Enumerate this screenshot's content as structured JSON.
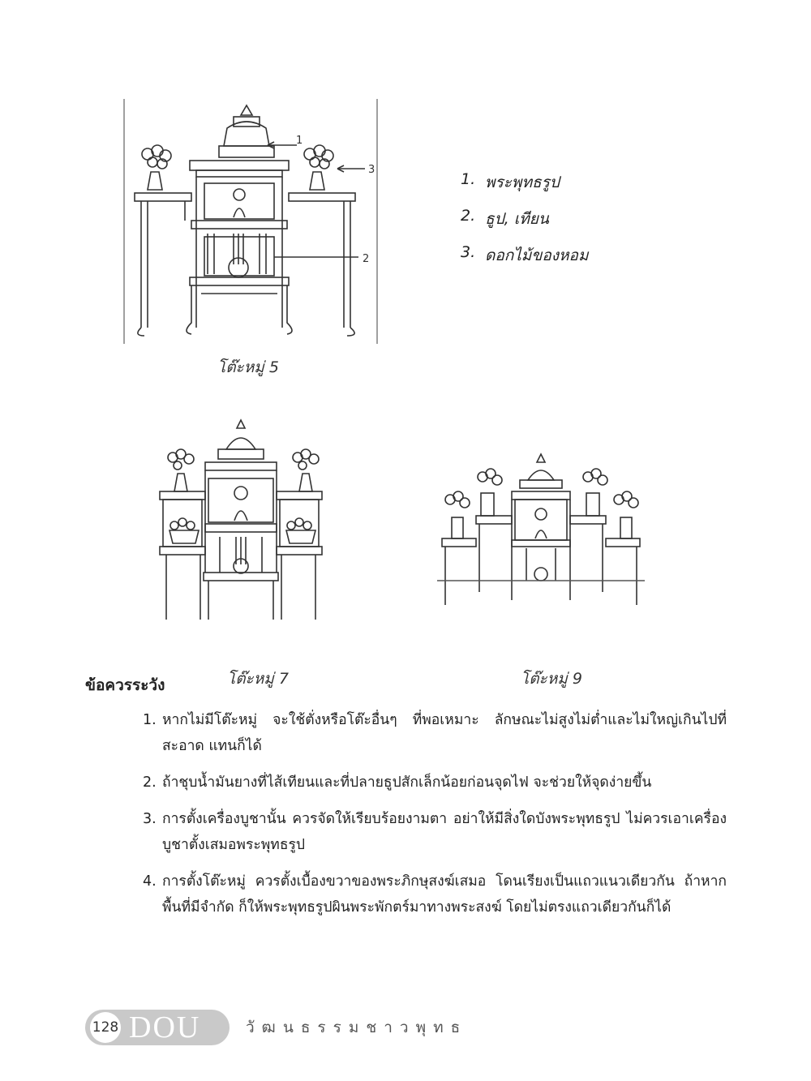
{
  "figures": {
    "fig1": {
      "caption": "โต๊ะหมู่ 5",
      "callout_1": "1",
      "callout_2": "2",
      "callout_3": "3"
    },
    "fig2": {
      "caption": "โต๊ะหมู่ 7"
    },
    "fig3": {
      "caption": "โต๊ะหมู่ 9"
    }
  },
  "legend": [
    {
      "num": "1.",
      "text": "พระพุทธรูป"
    },
    {
      "num": "2.",
      "text": "ธูป, เทียน"
    },
    {
      "num": "3.",
      "text": "ดอกไม้ของหอม"
    }
  ],
  "section": {
    "heading": "ข้อควรระวัง"
  },
  "notes": [
    {
      "num": "1.",
      "text": "หากไม่มีโต๊ะหมู่ จะใช้ตั่งหรือโต๊ะอื่นๆ ที่พอเหมาะ ลักษณะไม่สูงไม่ต่ำและไม่ใหญ่เกินไปที่สะอาด แทนก็ได้"
    },
    {
      "num": "2.",
      "text": "ถ้าชุบน้ำมันยางที่ไส้เทียนและที่ปลายธูปสักเล็กน้อยก่อนจุดไฟ จะช่วยให้จุดง่ายขึ้น"
    },
    {
      "num": "3.",
      "text": "การตั้งเครื่องบูชานั้น ควรจัดให้เรียบร้อยงามตา อย่าให้มีสิ่งใดบังพระพุทธรูป ไม่ควรเอาเครื่องบูชาตั้งเสมอพระพุทธรูป"
    },
    {
      "num": "4.",
      "text": "การตั้งโต๊ะหมู่ ควรตั้งเบื้องขวาของพระภิกษุสงฆ์เสมอ โดนเรียงเป็นแถวแนวเดียวกัน ถ้าหากพื้นที่มีจำกัด ก็ให้พระพุทธรูปผินพระพักตร์มาทางพระสงฆ์ โดยไม่ตรงแถวเดียวกันก็ได้"
    }
  ],
  "footer": {
    "page_number": "128",
    "brand": "DOU",
    "book_title": "วัฒนธรรมชาวพุทธ"
  },
  "colors": {
    "pill": "#c9c9c9",
    "ink": "#222222"
  }
}
